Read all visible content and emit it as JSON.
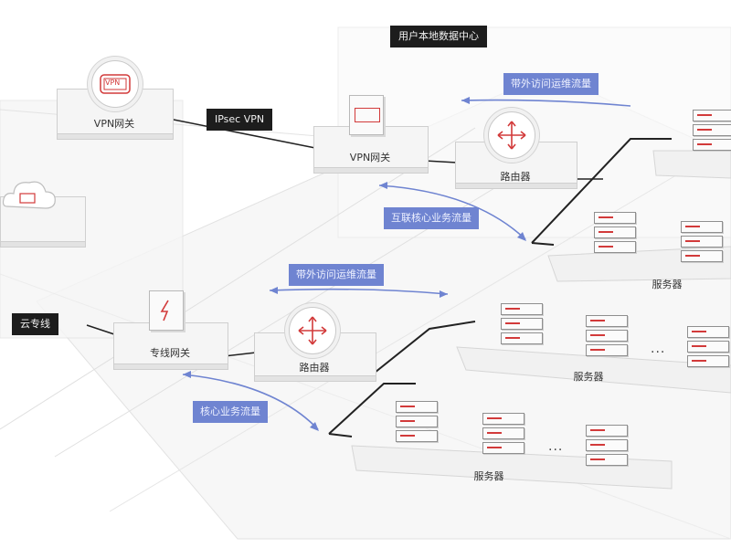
{
  "tags": {
    "datacenter": "用户本地数据中心",
    "ipsec": "IPsec VPN",
    "cloud_link": "云专线"
  },
  "flows": {
    "top_mgmt": "带外访问运维流量",
    "top_core": "互联核心业务流量",
    "mid_mgmt": "带外访问运维流量",
    "bottom_core": "核心业务流量"
  },
  "nodes": {
    "vpn_gw_left": "VPN网关",
    "vpn_gw_right": "VPN网关",
    "router_top": "路由器",
    "servers_top": "服务器",
    "dedicated_gw": "专线网关",
    "router_bottom": "路由器",
    "servers_mid": "服务器",
    "servers_bottom": "服务器"
  },
  "icon_text": {
    "vpn": "VPN"
  },
  "ellipsis": "···",
  "colors": {
    "accent_blue": "#6f84d1",
    "tag_black": "#1d1d1d",
    "icon_red": "#d23a3a"
  }
}
